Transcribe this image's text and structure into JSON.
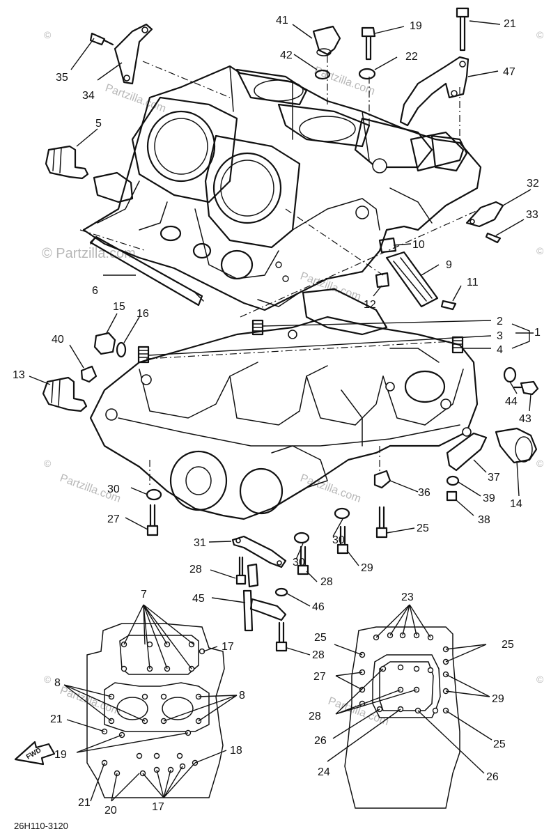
{
  "diagram": {
    "drawing_code": "26H110-3120",
    "fwd_label": "FWD",
    "watermark_main": "© Partzilla.com",
    "watermark_mark": "©",
    "watermark_small": "Partzilla.com",
    "callouts": [
      "1",
      "2",
      "3",
      "4",
      "5",
      "6",
      "7",
      "8",
      "8",
      "9",
      "10",
      "11",
      "12",
      "13",
      "14",
      "15",
      "16",
      "17",
      "17",
      "18",
      "19",
      "19",
      "20",
      "21",
      "21",
      "21",
      "22",
      "23",
      "24",
      "25",
      "25",
      "25",
      "25",
      "26",
      "26",
      "27",
      "27",
      "28",
      "28",
      "28",
      "28",
      "29",
      "29",
      "30",
      "30",
      "30",
      "31",
      "32",
      "33",
      "34",
      "35",
      "36",
      "37",
      "38",
      "39",
      "40",
      "41",
      "42",
      "43",
      "44",
      "45",
      "46",
      "47"
    ]
  }
}
